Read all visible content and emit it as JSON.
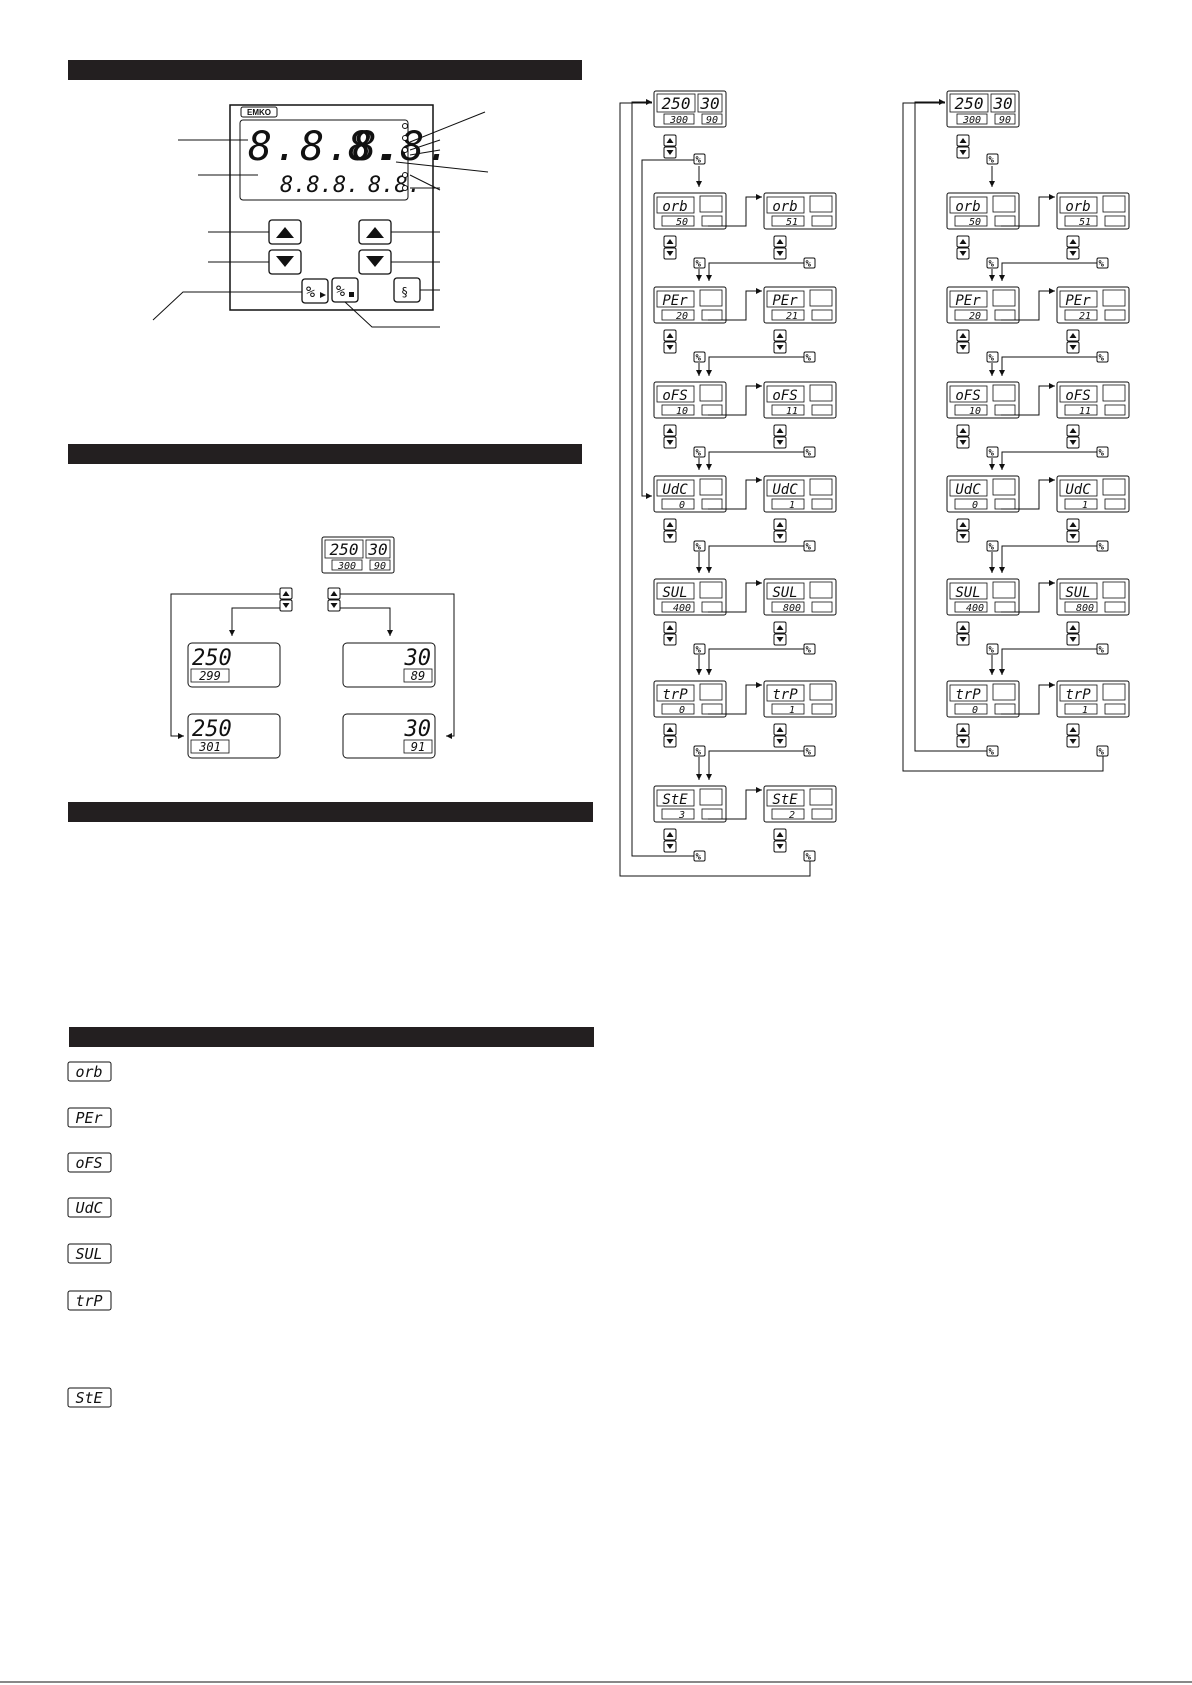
{
  "device": {
    "brand": "EMKO",
    "display": {
      "main_top": "8.8.8.",
      "main_small": "8.8.",
      "sub_top": "8.8.8.",
      "sub_small": "8.8."
    },
    "keys": {
      "up": "up-arrow-key",
      "down": "down-arrow-key",
      "timer_start": "timer-start-key",
      "timer_stop": "timer-stop-key",
      "enter": "enter-key"
    }
  },
  "setpoint_example": {
    "top": {
      "main": "250",
      "small": "30",
      "sub_main": "300",
      "sub_small": "90"
    },
    "results": [
      {
        "main": "250",
        "sub": "299"
      },
      {
        "main": "30",
        "sub": "89"
      },
      {
        "main": "250",
        "sub": "301"
      },
      {
        "main": "30",
        "sub": "91"
      }
    ]
  },
  "menu_flow_1": {
    "home": {
      "main": "250",
      "small": "30",
      "sub_main": "300",
      "sub_small": "90"
    },
    "steps": [
      {
        "code": "orb",
        "from": "50",
        "to": "51"
      },
      {
        "code": "PEr",
        "from": "20",
        "to": "21"
      },
      {
        "code": "oFS",
        "from": "10",
        "to": "11"
      },
      {
        "code": "UdC",
        "from": "0",
        "to": "1"
      },
      {
        "code": "SUL",
        "from": "400",
        "to": "800"
      },
      {
        "code": "trP",
        "from": "0",
        "to": "1"
      },
      {
        "code": "StE",
        "from": "3",
        "to": "2"
      }
    ]
  },
  "menu_flow_2": {
    "home": {
      "main": "250",
      "small": "30",
      "sub_main": "300",
      "sub_small": "90"
    },
    "steps": [
      {
        "code": "orb",
        "from": "50",
        "to": "51"
      },
      {
        "code": "PEr",
        "from": "20",
        "to": "21"
      },
      {
        "code": "oFS",
        "from": "10",
        "to": "11"
      },
      {
        "code": "UdC",
        "from": "0",
        "to": "1"
      },
      {
        "code": "SUL",
        "from": "400",
        "to": "800"
      },
      {
        "code": "trP",
        "from": "0",
        "to": "1"
      }
    ]
  },
  "parameter_codes": [
    "orb",
    "PEr",
    "oFS",
    "UdC",
    "SUL",
    "trP",
    "StE"
  ],
  "enter_key_symbol": "%"
}
